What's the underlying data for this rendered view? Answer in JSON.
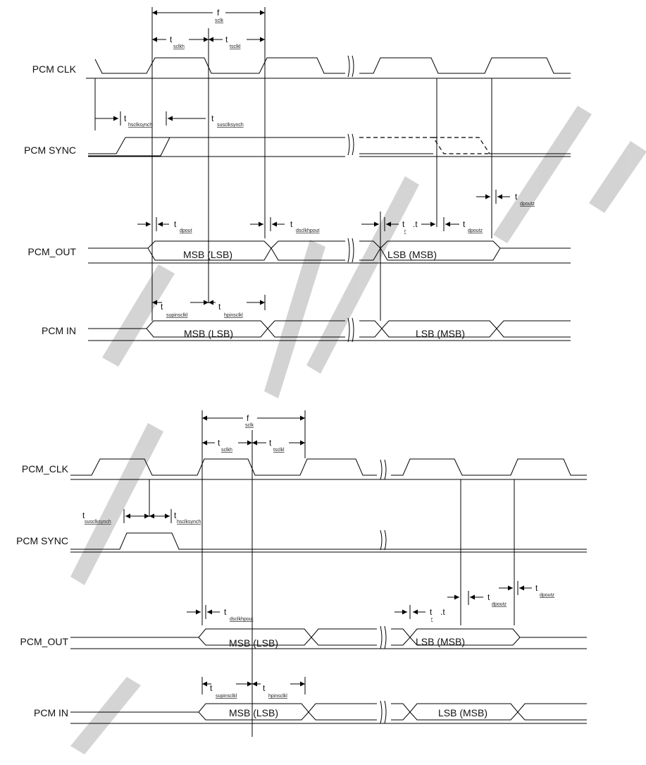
{
  "diagram1": {
    "signals": {
      "clk": "PCM  CLK",
      "sync": "PCM  SYNC",
      "out": "PCM_OUT",
      "in": "PCM  IN"
    },
    "data": {
      "out_first": "MSB (LSB)",
      "out_last": "LSB (MSB)",
      "in_first": "MSB (LSB)",
      "in_last": "LSB (MSB)"
    },
    "timing": {
      "fsclk": {
        "main": "f",
        "sub": "sclk"
      },
      "tsclkh": {
        "main": "t",
        "sub": "sclkh"
      },
      "tsclkl": {
        "main": "t",
        "sub": "tsclkl"
      },
      "thsync": {
        "main": "t",
        "sub": "hsclksynch"
      },
      "tsusync": {
        "main": "t",
        "sub": "susclksynch"
      },
      "tdpout": {
        "main": "t",
        "sub": "dpout"
      },
      "tdsclk": {
        "main": "t",
        "sub": "dsclkhpout"
      },
      "tr": {
        "main": "t",
        "sub": "r"
      },
      "tf": {
        "main": ".t"
      },
      "tdpoutz1": {
        "main": "t",
        "sub": "dpoutz"
      },
      "tdpoutz2": {
        "main": "t",
        "sub": "dpoutz"
      },
      "tsupin": {
        "main": "t",
        "sub": "supinsclkl"
      },
      "thpin": {
        "main": "t",
        "sub": "hpinsclkl"
      }
    }
  },
  "diagram2": {
    "signals": {
      "clk": "PCM_CLK",
      "sync": "PCM  SYNC",
      "out": "PCM_OUT",
      "in": "PCM  IN"
    },
    "data": {
      "out_first": "MSB (LSB)",
      "out_last": "LSB (MSB)",
      "in_first": "MSB (LSB)",
      "in_last": "LSB (MSB)"
    },
    "timing": {
      "fsclk": {
        "main": "f",
        "sub": "sclk"
      },
      "tsclkh": {
        "main": "t",
        "sub": "sclkh"
      },
      "tsclkl": {
        "main": "t",
        "sub": "tsclkl"
      },
      "tsusync": {
        "main": "t",
        "sub": "susclksynch"
      },
      "thsync": {
        "main": "t",
        "sub": "hsclksynch"
      },
      "tdsclk": {
        "main": "t",
        "sub": "dsclkhpout"
      },
      "tr": {
        "main": "t",
        "sub": "r"
      },
      "tf": {
        "main": ".t"
      },
      "tdpoutz1": {
        "main": "t",
        "sub": "dpoutz"
      },
      "tdpoutz2": {
        "main": "t",
        "sub": "dpoutz"
      },
      "tsupin": {
        "main": "t",
        "sub": "supinsclkl"
      },
      "thpin": {
        "main": "t",
        "sub": "hpinsclkl"
      }
    }
  },
  "watermark_color": "#c8c8c8",
  "line_color": "#000000"
}
